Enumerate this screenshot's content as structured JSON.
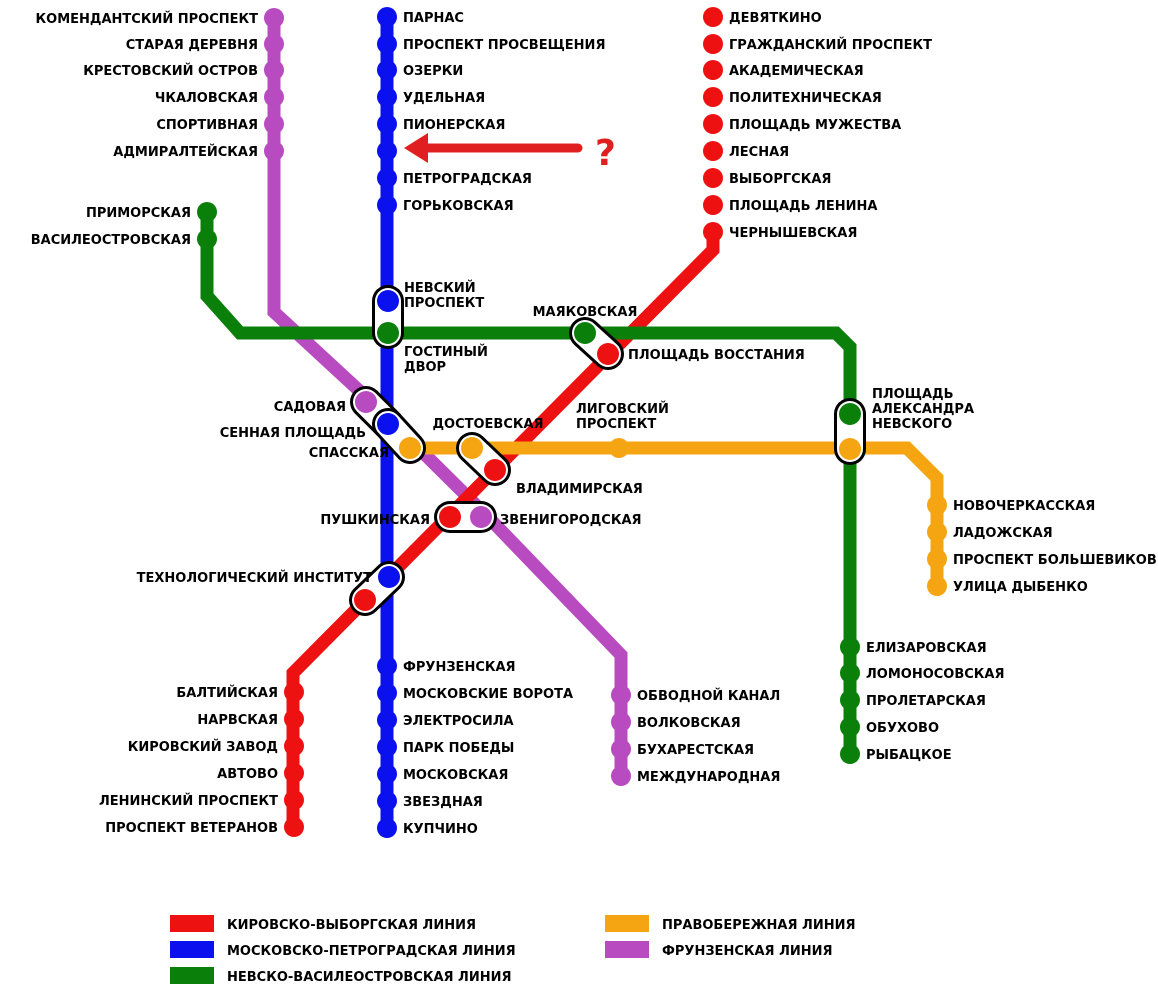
{
  "colors": {
    "red": "#ee1111",
    "blue": "#0a10ee",
    "green": "#0a7f0a",
    "orange": "#f5a512",
    "purple": "#b84bc0"
  },
  "lines": [
    {
      "name": "Кировско-Выборгская линия",
      "color": "red"
    },
    {
      "name": "Московско-Петроградская линия",
      "color": "blue"
    },
    {
      "name": "Невско-Василеостровская линия",
      "color": "green"
    },
    {
      "name": "Правобережная линия",
      "color": "orange"
    },
    {
      "name": "Фрунзенская линия",
      "color": "purple"
    }
  ],
  "stations": [
    {
      "key": "komendantsky",
      "lines": [
        "Комендантский проспект"
      ],
      "color": "purple"
    },
    {
      "key": "staraya",
      "lines": [
        "Старая Деревня"
      ],
      "color": "purple"
    },
    {
      "key": "krestovsky",
      "lines": [
        "Крестовский остров"
      ],
      "color": "purple"
    },
    {
      "key": "chkalovskaya",
      "lines": [
        "Чкаловская"
      ],
      "color": "purple"
    },
    {
      "key": "sportivnaya",
      "lines": [
        "Спортивная"
      ],
      "color": "purple"
    },
    {
      "key": "admiralteyskaya",
      "lines": [
        "Адмиралтейская"
      ],
      "color": "purple"
    },
    {
      "key": "parnas",
      "lines": [
        "Парнас"
      ],
      "color": "blue"
    },
    {
      "key": "prosveshcheniya",
      "lines": [
        "Проспект Просвещения"
      ],
      "color": "blue"
    },
    {
      "key": "ozerki",
      "lines": [
        "Озерки"
      ],
      "color": "blue"
    },
    {
      "key": "udelnaya",
      "lines": [
        "Удельная"
      ],
      "color": "blue"
    },
    {
      "key": "pionerskaya",
      "lines": [
        "Пионерская"
      ],
      "color": "blue"
    },
    {
      "key": "mystery",
      "lines": [],
      "color": "blue"
    },
    {
      "key": "petrogradskaya",
      "lines": [
        "Петроградская"
      ],
      "color": "blue"
    },
    {
      "key": "gorkovskaya",
      "lines": [
        "Горьковская"
      ],
      "color": "blue"
    },
    {
      "key": "devyatkino",
      "lines": [
        "Девяткино"
      ],
      "color": "red"
    },
    {
      "key": "grazhdansky",
      "lines": [
        "Гражданский проспект"
      ],
      "color": "red"
    },
    {
      "key": "akademicheskaya",
      "lines": [
        "Академическая"
      ],
      "color": "red"
    },
    {
      "key": "polytech",
      "lines": [
        "Политехническая"
      ],
      "color": "red"
    },
    {
      "key": "muzhestva",
      "lines": [
        "Площадь Мужества"
      ],
      "color": "red"
    },
    {
      "key": "lesnaya",
      "lines": [
        "Лесная"
      ],
      "color": "red"
    },
    {
      "key": "vyborgskaya",
      "lines": [
        "Выборгская"
      ],
      "color": "red"
    },
    {
      "key": "lenina",
      "lines": [
        "Площадь Ленина"
      ],
      "color": "red"
    },
    {
      "key": "chernyshevskaya",
      "lines": [
        "Чернышевская"
      ],
      "color": "red"
    },
    {
      "key": "primorskaya",
      "lines": [
        "Приморская"
      ],
      "color": "green"
    },
    {
      "key": "vasileostrovskaya",
      "lines": [
        "Василеостровская"
      ],
      "color": "green"
    },
    {
      "key": "nevsky",
      "lines": [
        "Невский",
        "проспект"
      ],
      "color": "blue"
    },
    {
      "key": "gostiny",
      "lines": [
        "Гостиный",
        "двор"
      ],
      "color": "green"
    },
    {
      "key": "mayakovskaya",
      "lines": [
        "Маяковская"
      ],
      "color": "green"
    },
    {
      "key": "vosstaniya",
      "lines": [
        "Площадь Восстания"
      ],
      "color": "red"
    },
    {
      "key": "sadovaya",
      "lines": [
        "Садовая"
      ],
      "color": "purple"
    },
    {
      "key": "sennaya",
      "lines": [
        "Сенная площадь"
      ],
      "color": "blue"
    },
    {
      "key": "spasskaya",
      "lines": [
        "Спасская"
      ],
      "color": "orange"
    },
    {
      "key": "dostoevskaya",
      "lines": [
        "Достоевская"
      ],
      "color": "orange"
    },
    {
      "key": "vladimirskaya",
      "lines": [
        "Владимирская"
      ],
      "color": "red"
    },
    {
      "key": "ligovsky",
      "lines": [
        "Лиговский",
        "проспект"
      ],
      "color": "orange"
    },
    {
      "key": "alnevsky_g",
      "lines": [
        "Площадь",
        "Александра",
        "Невского"
      ],
      "color": "green"
    },
    {
      "key": "alnevsky_o",
      "lines": [],
      "color": "orange"
    },
    {
      "key": "novocherkasskaya",
      "lines": [
        "Новочеркасская"
      ],
      "color": "orange"
    },
    {
      "key": "ladozhskaya",
      "lines": [
        "Ладожская"
      ],
      "color": "orange"
    },
    {
      "key": "bolshevikov",
      "lines": [
        "Проспект Большевиков"
      ],
      "color": "orange"
    },
    {
      "key": "dybenko",
      "lines": [
        "Улица Дыбенко"
      ],
      "color": "orange"
    },
    {
      "key": "pushkinskaya",
      "lines": [
        "Пушкинская"
      ],
      "color": "red"
    },
    {
      "key": "zvenigorodskaya",
      "lines": [
        "Звенигородская"
      ],
      "color": "purple"
    },
    {
      "key": "tech_blue",
      "lines": [
        "Технологический институт"
      ],
      "color": "blue"
    },
    {
      "key": "tech_red",
      "lines": [],
      "color": "red"
    },
    {
      "key": "elizarovskaya",
      "lines": [
        "Елизаровская"
      ],
      "color": "green"
    },
    {
      "key": "lomonosovskaya",
      "lines": [
        "Ломоносовская"
      ],
      "color": "green"
    },
    {
      "key": "proletarskaya",
      "lines": [
        "Пролетарская"
      ],
      "color": "green"
    },
    {
      "key": "obukhovo",
      "lines": [
        "Обухово"
      ],
      "color": "green"
    },
    {
      "key": "rybatskoe",
      "lines": [
        "Рыбацкое"
      ],
      "color": "green"
    },
    {
      "key": "frunzenskaya",
      "lines": [
        "Фрунзенская"
      ],
      "color": "blue"
    },
    {
      "key": "moskovskie",
      "lines": [
        "Московские ворота"
      ],
      "color": "blue"
    },
    {
      "key": "elektrosila",
      "lines": [
        "Электросила"
      ],
      "color": "blue"
    },
    {
      "key": "park",
      "lines": [
        "Парк Победы"
      ],
      "color": "blue"
    },
    {
      "key": "moskovskaya",
      "lines": [
        "Московская"
      ],
      "color": "blue"
    },
    {
      "key": "zvezdnaya",
      "lines": [
        "Звездная"
      ],
      "color": "blue"
    },
    {
      "key": "kupchino",
      "lines": [
        "Купчино"
      ],
      "color": "blue"
    },
    {
      "key": "baltiyskaya",
      "lines": [
        "Балтийская"
      ],
      "color": "red"
    },
    {
      "key": "narvskaya",
      "lines": [
        "Нарвская"
      ],
      "color": "red"
    },
    {
      "key": "kirovsky",
      "lines": [
        "Кировский завод"
      ],
      "color": "red"
    },
    {
      "key": "avtovo",
      "lines": [
        "Автово"
      ],
      "color": "red"
    },
    {
      "key": "leninsky",
      "lines": [
        "Ленинский проспект"
      ],
      "color": "red"
    },
    {
      "key": "veteranov",
      "lines": [
        "Проспект Ветеранов"
      ],
      "color": "red"
    },
    {
      "key": "obvodny",
      "lines": [
        "Обводной канал"
      ],
      "color": "purple"
    },
    {
      "key": "volkovskaya",
      "lines": [
        "Волковская"
      ],
      "color": "purple"
    },
    {
      "key": "bukharestskaya",
      "lines": [
        "Бухарестская"
      ],
      "color": "purple"
    },
    {
      "key": "mezhdunarodnaya",
      "lines": [
        "Международная"
      ],
      "color": "purple"
    }
  ],
  "question_mark": "?"
}
